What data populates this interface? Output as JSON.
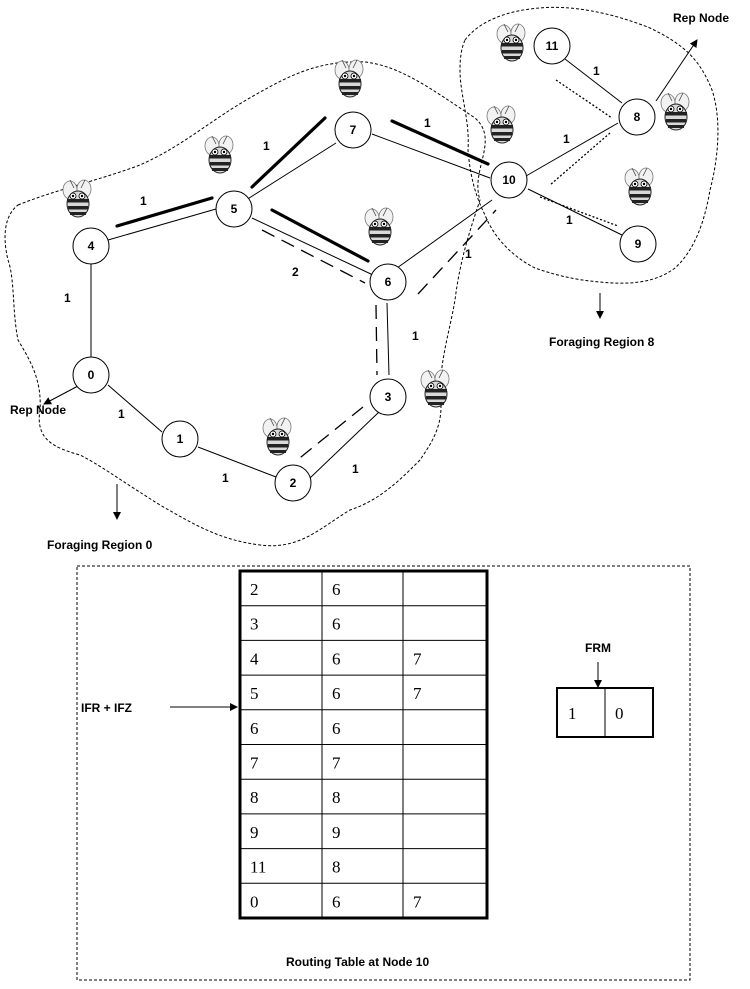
{
  "network": {
    "nodes": [
      {
        "id": "n0",
        "label": "0"
      },
      {
        "id": "n1",
        "label": "1"
      },
      {
        "id": "n2",
        "label": "2"
      },
      {
        "id": "n3",
        "label": "3"
      },
      {
        "id": "n4",
        "label": "4"
      },
      {
        "id": "n5",
        "label": "5"
      },
      {
        "id": "n6",
        "label": "6"
      },
      {
        "id": "n7",
        "label": "7"
      },
      {
        "id": "n8",
        "label": "8"
      },
      {
        "id": "n9",
        "label": "9"
      },
      {
        "id": "n10",
        "label": "10"
      },
      {
        "id": "n11",
        "label": "11"
      }
    ],
    "edges": [
      {
        "from": "n0",
        "to": "n4",
        "weight": "1"
      },
      {
        "from": "n0",
        "to": "n1",
        "weight": "1"
      },
      {
        "from": "n1",
        "to": "n2",
        "weight": "1"
      },
      {
        "from": "n2",
        "to": "n3",
        "weight": "1"
      },
      {
        "from": "n3",
        "to": "n6",
        "weight": "1"
      },
      {
        "from": "n4",
        "to": "n5",
        "weight": "1"
      },
      {
        "from": "n5",
        "to": "n7",
        "weight": "1"
      },
      {
        "from": "n5",
        "to": "n6",
        "weight": "2"
      },
      {
        "from": "n6",
        "to": "n10",
        "weight": "1"
      },
      {
        "from": "n7",
        "to": "n10",
        "weight": "1"
      },
      {
        "from": "n10",
        "to": "n8",
        "weight": "1"
      },
      {
        "from": "n10",
        "to": "n9",
        "weight": "1"
      },
      {
        "from": "n8",
        "to": "n11",
        "weight": "1"
      }
    ],
    "rep_node_label": "Rep Node",
    "region0_label": "Foraging Region 0",
    "region8_label": "Foraging Region 8"
  },
  "routing": {
    "title": "Routing Table at Node 10",
    "pointer_label": "IFR + IFZ",
    "rows": [
      [
        "2",
        "6",
        ""
      ],
      [
        "3",
        "6",
        ""
      ],
      [
        "4",
        "6",
        "7"
      ],
      [
        "5",
        "6",
        "7"
      ],
      [
        "6",
        "6",
        ""
      ],
      [
        "7",
        "7",
        ""
      ],
      [
        "8",
        "8",
        ""
      ],
      [
        "9",
        "9",
        ""
      ],
      [
        "11",
        "8",
        ""
      ],
      [
        "0",
        "6",
        "7"
      ]
    ]
  },
  "frm": {
    "label": "FRM",
    "cells": [
      "1",
      "0"
    ]
  }
}
